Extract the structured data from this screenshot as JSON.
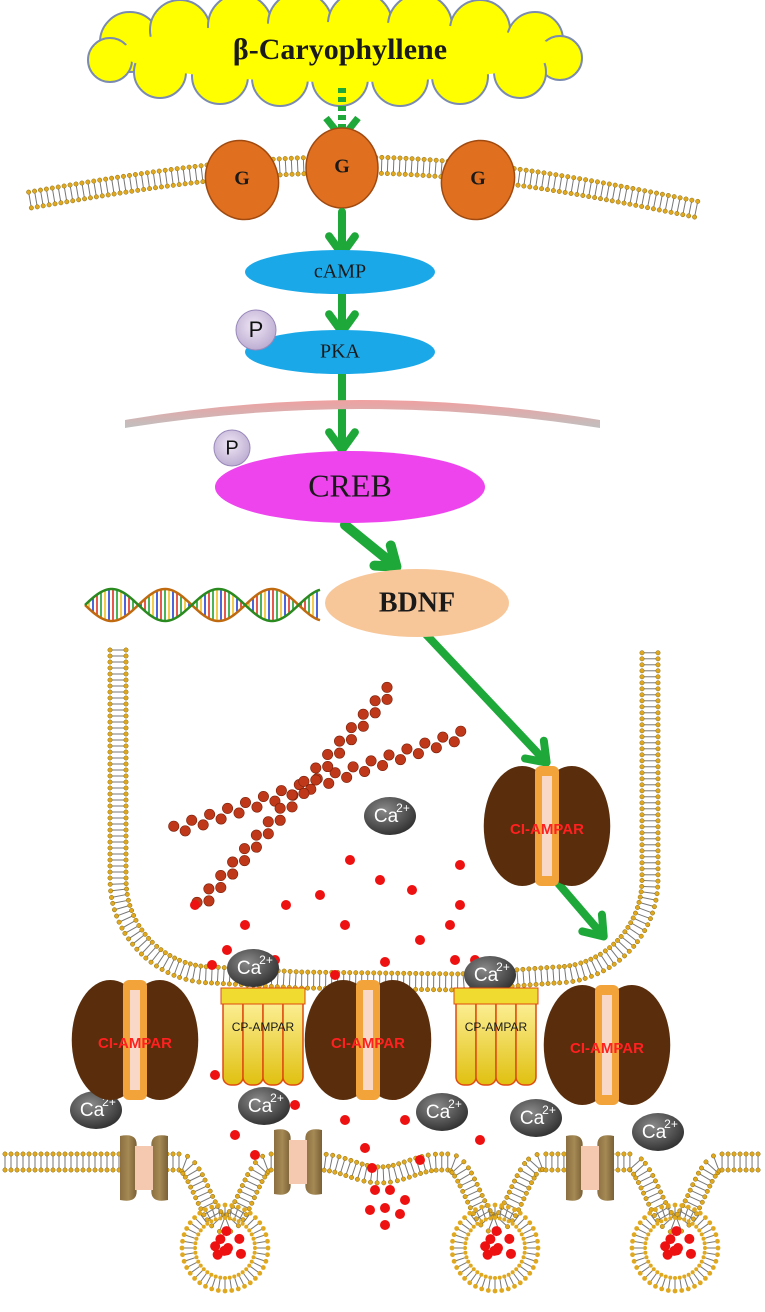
{
  "title": "β-Caryophyllene",
  "g_protein_label": "G",
  "pathway": {
    "camp": "cAMP",
    "pka": "PKA",
    "creb": "CREB",
    "bdnf": "BDNF",
    "phospho": "P"
  },
  "receptors": {
    "ci_ampar": "CI-AMPAR",
    "cp_ampar": "CP-AMPAR"
  },
  "ion": {
    "base": "Ca",
    "charge": "2+"
  },
  "colors": {
    "arrow": "#1fa83a",
    "cloud": "#ffff00",
    "g_protein": "#e07020",
    "camp_pka": "#1aa8e8",
    "creb": "#ee44ee",
    "bdnf": "#f7c79a",
    "ampar_dark": "#5a2e0c",
    "ampar_band": "#f2a33a",
    "ampar_label": "#ff2020",
    "cp_ampar": "#f0dc30",
    "calcium_bubble": "#444444",
    "red_dot": "#ee1111",
    "actin": "#c0381a",
    "membrane_head": "#e0a81e"
  }
}
